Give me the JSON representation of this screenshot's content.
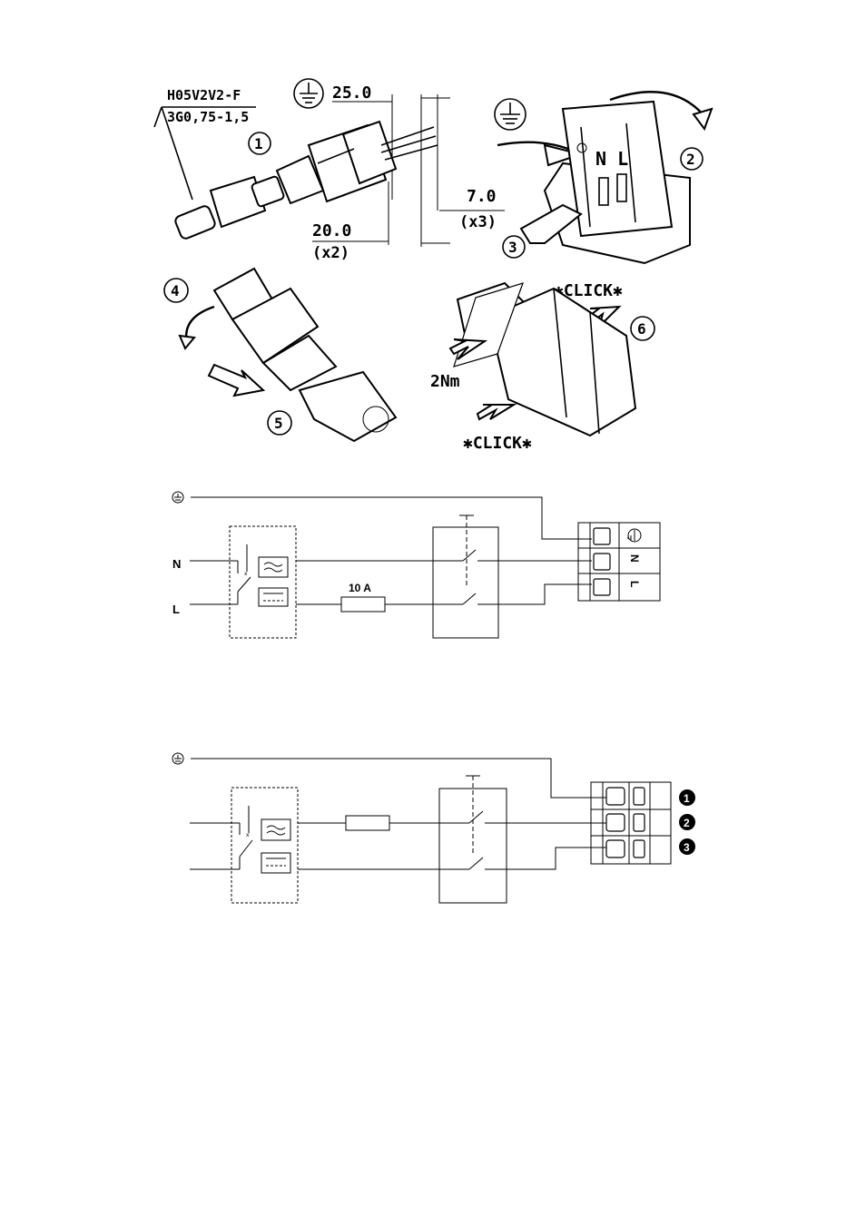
{
  "illustration": {
    "cable_type": "H05V2V2-F",
    "cable_section": "3G0,75-1,5",
    "dim_earth": "25.0",
    "dim_conductors": "20.0",
    "dim_conductors_count": "(x2)",
    "dim_strip": "7.0",
    "dim_strip_count": "(x3)",
    "terminal_label": "N L",
    "torque": "2Nm",
    "click_label": "✱CLICK✱",
    "steps": [
      "1",
      "2",
      "3",
      "4",
      "5",
      "6"
    ]
  },
  "diagram_top": {
    "input_n": "N",
    "input_l": "L",
    "fuse_rating": "10 A",
    "terminal_n": "N",
    "terminal_l": "L"
  },
  "diagram_bottom": {
    "terminal_numbers": [
      "1",
      "2",
      "3"
    ]
  }
}
